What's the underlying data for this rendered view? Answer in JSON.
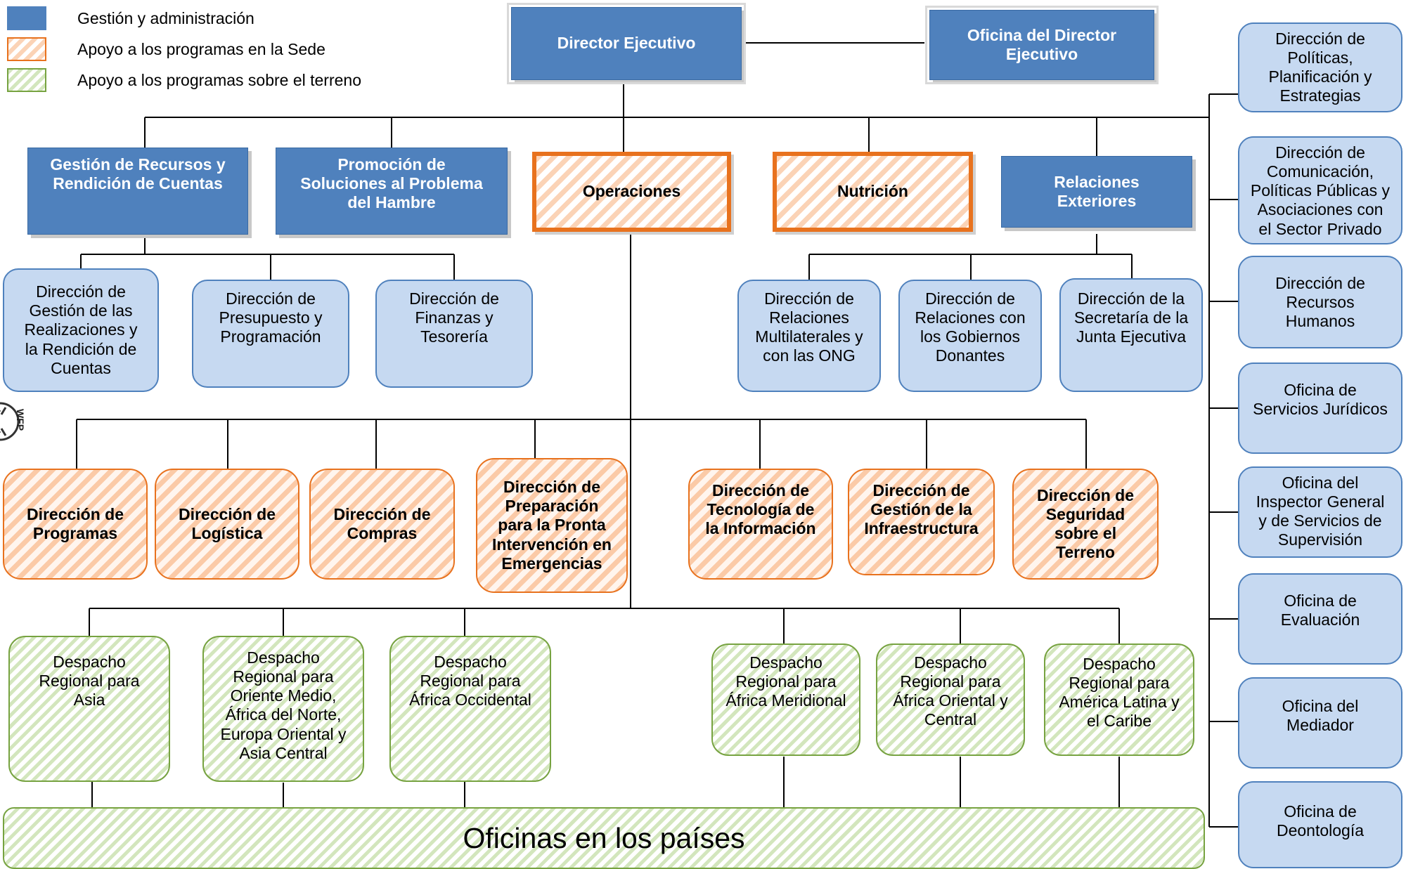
{
  "legend": [
    {
      "label": "Gestión y administración",
      "color": "#4f81bd"
    },
    {
      "label": "Apoyo a los programas en la Sede",
      "color": "#e8721e"
    },
    {
      "label": "Apoyo a los programas sobre el terreno",
      "color": "#77a341"
    }
  ],
  "top": {
    "executive_director": "Director Ejecutivo",
    "executive_office": [
      "Oficina del Director",
      "Ejecutivo"
    ]
  },
  "departments": {
    "resources": [
      "Gestión de Recursos y",
      "Rendición de Cuentas"
    ],
    "hunger": [
      "Promoción de",
      "Soluciones al Problema",
      "del Hambre"
    ],
    "operations": "Operaciones",
    "nutrition": "Nutrición",
    "external": [
      "Relaciones",
      "Exteriores"
    ]
  },
  "resource_divisions": [
    [
      "Dirección de",
      "Gestión de las",
      "Realizaciones y",
      "la Rendición de",
      "Cuentas"
    ],
    [
      "Dirección de",
      "Presupuesto y",
      "Programación"
    ],
    [
      "Dirección de",
      "Finanzas y",
      "Tesorería"
    ]
  ],
  "external_divisions": [
    [
      "Dirección de",
      "Relaciones",
      "Multilaterales y",
      "con las ONG"
    ],
    [
      "Dirección de",
      "Relaciones con",
      "los Gobiernos",
      "Donantes"
    ],
    [
      "Dirección de la",
      "Secretaría de la",
      "Junta Ejecutiva"
    ]
  ],
  "operations_divisions": [
    [
      "Dirección de",
      "Programas"
    ],
    [
      "Dirección de",
      "Logística"
    ],
    [
      "Dirección de",
      "Compras"
    ],
    [
      "Dirección de",
      "Preparación",
      "para la Pronta",
      "Intervención en",
      "Emergencias"
    ],
    [
      "Dirección de",
      "Tecnología de",
      "la Información"
    ],
    [
      "Dirección de",
      "Gestión de la",
      "Infraestructura"
    ],
    [
      "Dirección de",
      "Seguridad",
      "sobre el",
      "Terreno"
    ]
  ],
  "regional_bureaus": [
    [
      "Despacho",
      "Regional para",
      "Asia"
    ],
    [
      "Despacho",
      "Regional para",
      "Oriente Medio,",
      "África del Norte,",
      "Europa Oriental y",
      "Asia Central"
    ],
    [
      "Despacho",
      "Regional para",
      "África Occidental"
    ],
    [
      "Despacho",
      "Regional para",
      "África Meridional"
    ],
    [
      "Despacho",
      "Regional para",
      "África Oriental y",
      "Central"
    ],
    [
      "Despacho",
      "Regional para",
      "América Latina y",
      "el Caribe"
    ]
  ],
  "country_offices": "Oficinas en los países",
  "side_offices": [
    [
      "Dirección de",
      "Políticas,",
      "Planificación y",
      "Estrategias"
    ],
    [
      "Dirección de",
      "Comunicación,",
      "Políticas Públicas y",
      "Asociaciones con",
      "el Sector Privado"
    ],
    [
      "Dirección de",
      "Recursos",
      "Humanos"
    ],
    [
      "Oficina de",
      "Servicios Jurídicos"
    ],
    [
      "Oficina del",
      "Inspector General",
      "y de Servicios de",
      "Supervisión"
    ],
    [
      "Oficina de",
      "Evaluación"
    ],
    [
      "Oficina del",
      "Mediador"
    ],
    [
      "Oficina de",
      "Deontología"
    ]
  ],
  "logo_text": "WFP",
  "colors": {
    "management": "#4f81bd",
    "hq_support": "#e8721e",
    "field_support": "#77a341",
    "division": "#c6d9f1"
  }
}
